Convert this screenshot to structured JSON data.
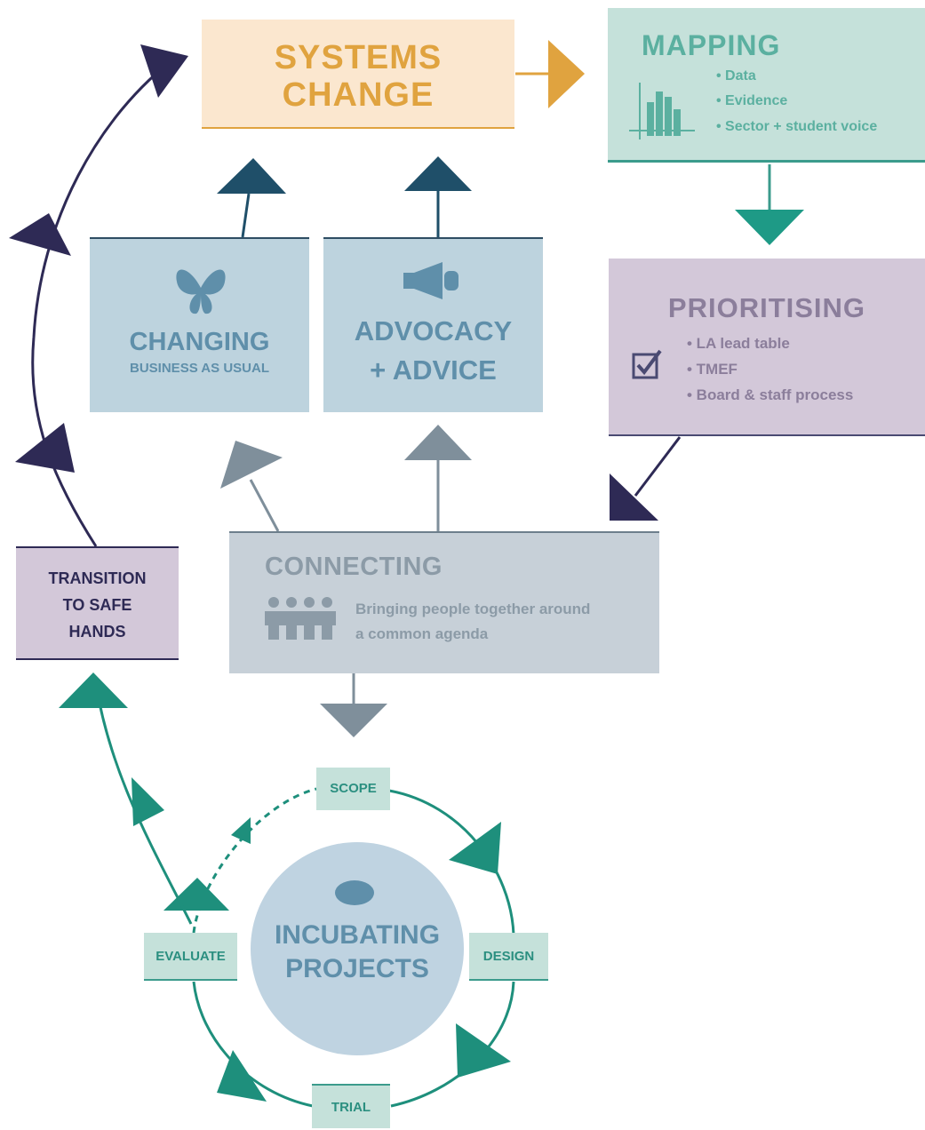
{
  "systems_change": {
    "title": "SYSTEMS\nCHANGE"
  },
  "mapping": {
    "title": "MAPPING",
    "bullets": [
      "• Data",
      "• Evidence",
      "• Sector + student voice"
    ],
    "icon": "bar-chart-icon"
  },
  "prioritising": {
    "title": "PRIORITISING",
    "bullets": [
      "• LA lead table",
      "• TMEF",
      "• Board & staff process"
    ],
    "icon": "checkbox-icon"
  },
  "changing": {
    "title": "CHANGING",
    "subtitle": "BUSINESS AS USUAL",
    "icon": "butterfly-icon"
  },
  "advocacy": {
    "line1": "ADVOCACY",
    "line2": "+ ADVICE",
    "icon": "megaphone-icon"
  },
  "connecting": {
    "title": "CONNECTING",
    "desc_line1": "Bringing people together around",
    "desc_line2": "a common agenda",
    "icon": "people-chain-icon"
  },
  "transition": {
    "line1": "TRANSITION",
    "line2": "TO SAFE",
    "line3": "HANDS"
  },
  "incubating": {
    "line1": "INCUBATING",
    "line2": "PROJECTS",
    "icon": "seed-icon"
  },
  "cycle_steps": {
    "scope": "SCOPE",
    "design": "DESIGN",
    "trial": "TRIAL",
    "evaluate": "EVALUATE"
  },
  "colors": {
    "gold": "#e0a33f",
    "teal": "#3b9b8c",
    "navy_purple": "#2e2a55",
    "dark_blue": "#1f4f69",
    "slate": "#7f8f9b"
  }
}
